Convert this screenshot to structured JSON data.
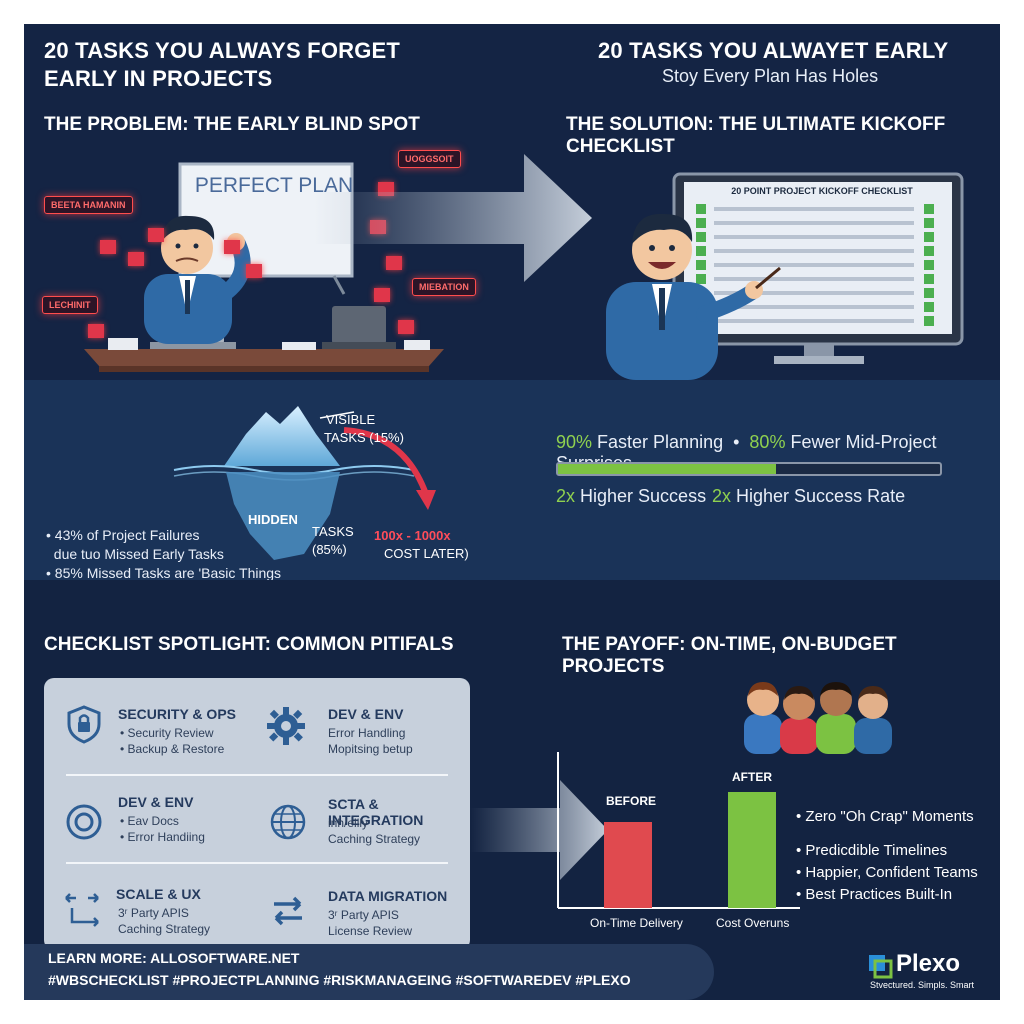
{
  "header": {
    "left_title_line1": "20 TASKS YOU ALWAYS FORGET",
    "left_title_line2": "EARLY IN PROJECTS",
    "right_title": "20 TASKS YOU ALWAYET EARLY",
    "right_subtitle": "Stoy Every Plan Has Holes"
  },
  "problem": {
    "heading": "THE PROBLEM: THE EARLY BLIND SPOT",
    "board_text": "PERFECT PLAN",
    "tags": [
      "BEETA HAMANIN",
      "UOGGSOIT",
      "LECHINIT",
      "MIEBATION"
    ]
  },
  "solution": {
    "heading": "THE SOLUTION: THE ULTIMATE KICKOFF CHECKLIST",
    "monitor_title": "20 POINT PROJECT KICKOFF CHECKLIST",
    "check_rows": 9
  },
  "iceberg": {
    "visible_label_1": "VISIBLE",
    "visible_label_2": "TASKS (15%)",
    "hidden_label": "HIDDEN",
    "tasks_label_1": "TASKS",
    "tasks_label_2": "(85%)",
    "cost_label_1": "100x - 1000x",
    "cost_label_2": "COST LATER)"
  },
  "failure_bullets": [
    "• 43% of Project Failures",
    "  due tuo Missed Early Tasks",
    "• 85% Missed Tasks are 'Basic Things"
  ],
  "stats": {
    "line1_a_green": "90%",
    "line1_a_text": " Faster Planning  •  ",
    "line1_b_green": "80%",
    "line1_b_text": " Fewer Mid-Project Surprises",
    "progress_fraction": 0.57,
    "line2_a_green": "2x",
    "line2_a_text": " Higher Success",
    "line2_b_green": "2x",
    "line2_b_text": " Higher Success Rate"
  },
  "spotlight": {
    "heading": "CHECKLIST SPOTLIGHT: COMMON PITIFALS",
    "categories": [
      {
        "title": "SECURITY & OPS",
        "items": [
          "• Security Review",
          "• Backup & Restore"
        ],
        "icon": "shield-lock-icon"
      },
      {
        "title": "DEV & ENV",
        "items": [
          "Error Handling",
          "Mopitsing betup"
        ],
        "icon": "gear-icon"
      },
      {
        "title": "DEV & ENV",
        "items": [
          "• Eav Docs",
          "• Error Handiing"
        ],
        "icon": "target-icon"
      },
      {
        "title": "SCTA & INTEGRATION",
        "items": [
          "inh/ellly",
          "Caching Strategy"
        ],
        "icon": "globe-icon"
      },
      {
        "title": "SCALE & UX",
        "items": [
          "3ʳ Party APIS",
          "Caching Strategy"
        ],
        "icon": "expand-icon"
      },
      {
        "title": "DATA MIGRATION",
        "items": [
          "3ʳ Party APIS",
          "License Review"
        ],
        "icon": "sync-arrows-icon"
      }
    ]
  },
  "payoff": {
    "heading": "THE PAYOFF: ON-TIME, ON-BUDGET PROJECTS",
    "chart_before_label": "BEFORE",
    "chart_after_label": "AFTER",
    "x_label_1": "On-Time Delivery",
    "x_label_2": "Cost Overuns",
    "bullets": [
      "• Zero \"Oh Crap\" Moments",
      "• Predicdible Timelines",
      "• Happier, Confident Teams",
      "• Best Practices Built-In"
    ],
    "colors": {
      "before": "#e04a4f",
      "after": "#7cc242"
    }
  },
  "footer": {
    "learn_more": "LEARN MORE: ALLOSOFTWARE.NET",
    "hashtags": "#WBSCHECKLIST #PROJECTPLANNING #RISKMANAGEING #SOFTWAREDEV #PLEXO"
  },
  "brand": {
    "name": "Plexo",
    "tagline": "Stvectured. Simpls. Smart"
  },
  "colors": {
    "background": "#142444",
    "accent_green": "#8fd14f",
    "accent_red": "#e0364a"
  }
}
